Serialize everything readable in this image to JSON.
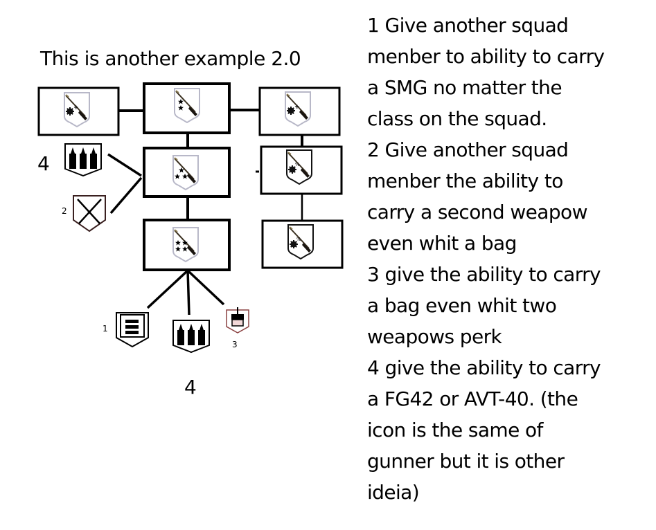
{
  "title": "This is another example 2.0",
  "tree": {
    "nodes": [
      {
        "id": "top-left",
        "emblem": "rifle-shield-icon",
        "insignia": "gear-plus"
      },
      {
        "id": "top-center",
        "emblem": "rifle-shield-icon",
        "insignia": "2-stars"
      },
      {
        "id": "top-right",
        "emblem": "rifle-shield-icon",
        "insignia": "gear-plus"
      },
      {
        "id": "mid-center",
        "emblem": "rifle-shield-icon",
        "insignia": "3-stars"
      },
      {
        "id": "mid-right",
        "emblem": "rifle-shield-icon",
        "insignia": "gear-percent"
      },
      {
        "id": "low-center",
        "emblem": "rifle-shield-icon",
        "insignia": "4-stars"
      },
      {
        "id": "low-right",
        "emblem": "rifle-shield-icon",
        "insignia": "gear-percent"
      }
    ],
    "perks": [
      {
        "id": "ammo-left",
        "icon": "ammo-shield-icon",
        "label": "4"
      },
      {
        "id": "crossed-rifles",
        "icon": "crossed-rifles-icon",
        "label": "2"
      },
      {
        "id": "magazine-list",
        "icon": "magazine-list-icon",
        "label": "1"
      },
      {
        "id": "ammo-bottom",
        "icon": "ammo-shield-icon",
        "label": "4"
      },
      {
        "id": "backpack",
        "icon": "backpack-icon",
        "label": "3"
      }
    ]
  },
  "notes": [
    "1 Give another squad",
    "menber to ability to carry",
    "a SMG no matter the",
    "class on the squad.",
    "2 Give another squad",
    "menber the ability to",
    "carry a second weapow",
    "even whit a bag",
    "3 give the ability to carry",
    "a bag even whit two",
    "weapows perk",
    "4 give the ability to carry",
    "a FG42 or AVT-40. (the",
    "icon is the same of",
    "gunner but it is other",
    "ideia)"
  ],
  "colors": {
    "line": "#000000",
    "shield_border": "#b8b8c8",
    "rifle": "#3a3020",
    "backpack_tint": "#c07878"
  }
}
